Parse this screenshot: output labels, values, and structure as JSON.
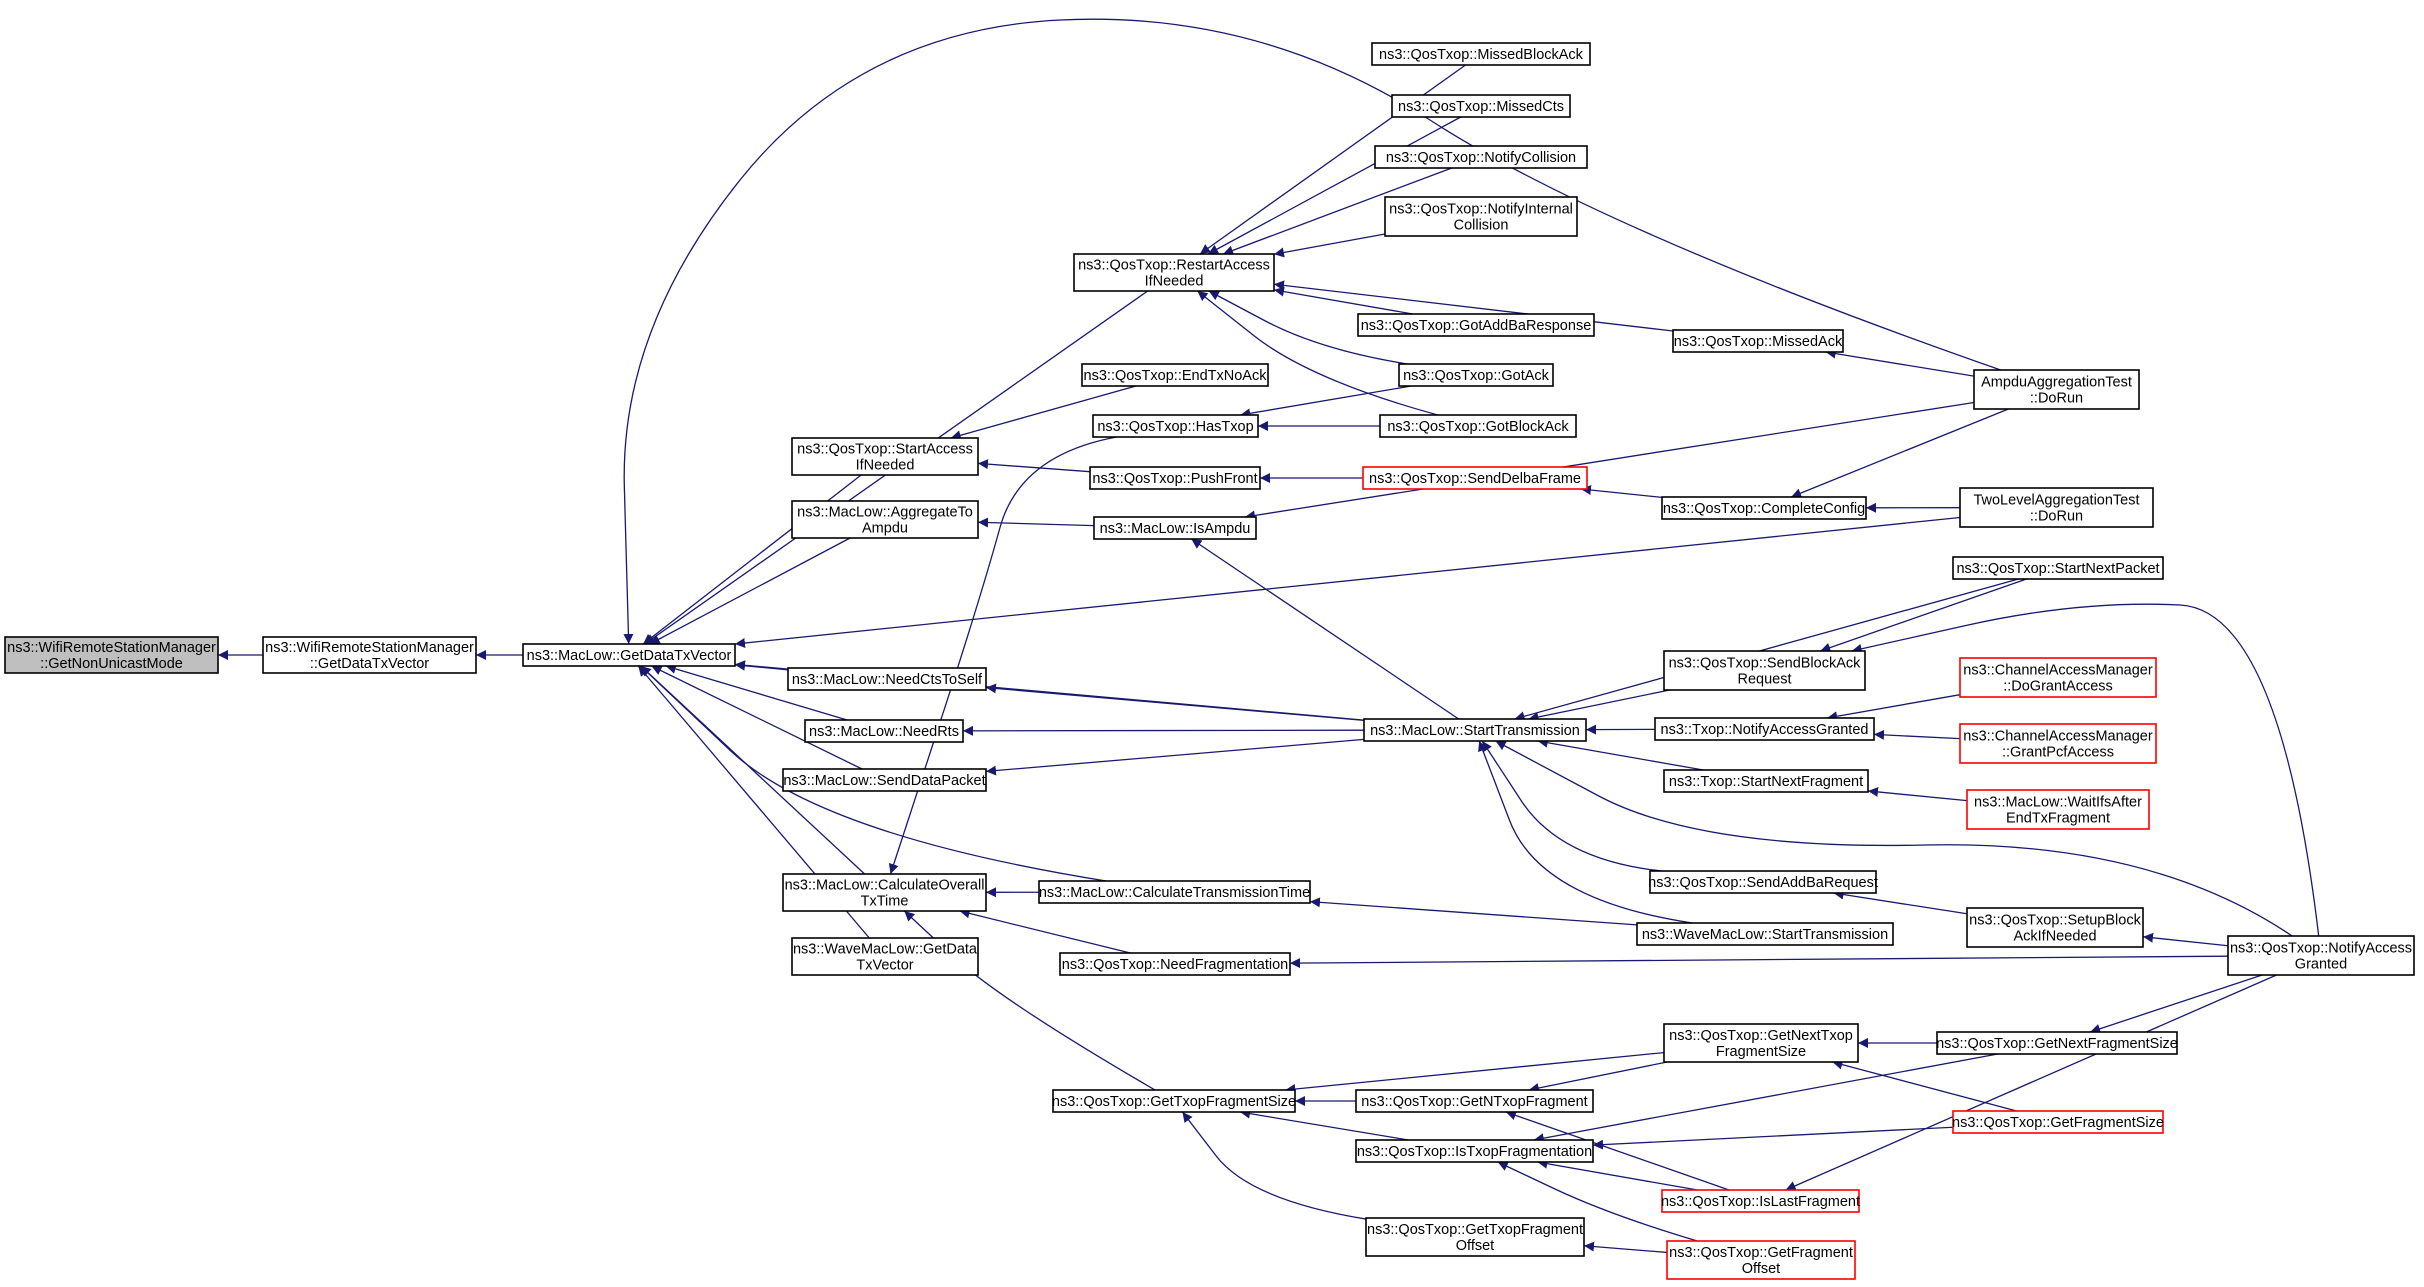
{
  "diagram": {
    "title": "",
    "colors": {
      "edge": "#191970",
      "box_border": "#000000",
      "box_border_truncated": "#ff0000",
      "box_fill": "#ffffff",
      "focus_fill": "#bfbfbf",
      "text": "#000000"
    },
    "nodes": [
      {
        "id": "getNonUnicastMode",
        "lines": [
          "ns3::WifiRemoteStationManager",
          "::GetNonUnicastMode"
        ],
        "focus": true
      },
      {
        "id": "wrsmGetDataTxVector",
        "lines": [
          "ns3::WifiRemoteStationManager",
          "::GetDataTxVector"
        ]
      },
      {
        "id": "macLowGetDataTxVector",
        "lines": [
          "ns3::MacLow::GetDataTxVector"
        ]
      },
      {
        "id": "startAccessIfNeeded",
        "lines": [
          "ns3::QosTxop::StartAccess",
          "IfNeeded"
        ]
      },
      {
        "id": "aggregateToAmpdu",
        "lines": [
          "ns3::MacLow::AggregateTo",
          "Ampdu"
        ]
      },
      {
        "id": "needCtsToSelf",
        "lines": [
          "ns3::MacLow::NeedCtsToSelf"
        ]
      },
      {
        "id": "needRts",
        "lines": [
          "ns3::MacLow::NeedRts"
        ]
      },
      {
        "id": "sendDataPacket",
        "lines": [
          "ns3::MacLow::SendDataPacket"
        ]
      },
      {
        "id": "calculateOverallTxTime",
        "lines": [
          "ns3::MacLow::CalculateOverall",
          "TxTime"
        ]
      },
      {
        "id": "waveGetDataTxVector",
        "lines": [
          "ns3::WaveMacLow::GetData",
          "TxVector"
        ]
      },
      {
        "id": "restartAccessIfNeeded",
        "lines": [
          "ns3::QosTxop::RestartAccess",
          "IfNeeded"
        ]
      },
      {
        "id": "endTxNoAck",
        "lines": [
          "ns3::QosTxop::EndTxNoAck"
        ]
      },
      {
        "id": "hasTxop",
        "lines": [
          "ns3::QosTxop::HasTxop"
        ]
      },
      {
        "id": "pushFront",
        "lines": [
          "ns3::QosTxop::PushFront"
        ]
      },
      {
        "id": "isAmpdu",
        "lines": [
          "ns3::MacLow::IsAmpdu"
        ]
      },
      {
        "id": "calculateTransmissionTime",
        "lines": [
          "ns3::MacLow::CalculateTransmissionTime"
        ]
      },
      {
        "id": "needFragmentation",
        "lines": [
          "ns3::QosTxop::NeedFragmentation"
        ]
      },
      {
        "id": "getTxopFragmentSize",
        "lines": [
          "ns3::QosTxop::GetTxopFragmentSize"
        ]
      },
      {
        "id": "missedBlockAck",
        "lines": [
          "ns3::QosTxop::MissedBlockAck"
        ]
      },
      {
        "id": "missedCts",
        "lines": [
          "ns3::QosTxop::MissedCts"
        ]
      },
      {
        "id": "notifyCollision",
        "lines": [
          "ns3::QosTxop::NotifyCollision"
        ]
      },
      {
        "id": "notifyInternalCollision",
        "lines": [
          "ns3::QosTxop::NotifyInternal",
          "Collision"
        ]
      },
      {
        "id": "gotAddBaResponse",
        "lines": [
          "ns3::QosTxop::GotAddBaResponse"
        ]
      },
      {
        "id": "gotAck",
        "lines": [
          "ns3::QosTxop::GotAck"
        ]
      },
      {
        "id": "gotBlockAck",
        "lines": [
          "ns3::QosTxop::GotBlockAck"
        ]
      },
      {
        "id": "sendDelbaFrame",
        "lines": [
          "ns3::QosTxop::SendDelbaFrame"
        ],
        "truncated": true
      },
      {
        "id": "macLowStartTransmission",
        "lines": [
          "ns3::MacLow::StartTransmission"
        ]
      },
      {
        "id": "getNTxopFragment",
        "lines": [
          "ns3::QosTxop::GetNTxopFragment"
        ]
      },
      {
        "id": "isTxopFragmentation",
        "lines": [
          "ns3::QosTxop::IsTxopFragmentation"
        ]
      },
      {
        "id": "getTxopFragmentOffset",
        "lines": [
          "ns3::QosTxop::GetTxopFragment",
          "Offset"
        ]
      },
      {
        "id": "missedAck",
        "lines": [
          "ns3::QosTxop::MissedAck"
        ]
      },
      {
        "id": "completeConfig",
        "lines": [
          "ns3::QosTxop::CompleteConfig"
        ]
      },
      {
        "id": "sendBlockAckRequest",
        "lines": [
          "ns3::QosTxop::SendBlockAck",
          "Request"
        ]
      },
      {
        "id": "txopNotifyAccessGranted",
        "lines": [
          "ns3::Txop::NotifyAccessGranted"
        ]
      },
      {
        "id": "txopStartNextFragment",
        "lines": [
          "ns3::Txop::StartNextFragment"
        ]
      },
      {
        "id": "sendAddBaRequest",
        "lines": [
          "ns3::QosTxop::SendAddBaRequest"
        ]
      },
      {
        "id": "waveStartTransmission",
        "lines": [
          "ns3::WaveMacLow::StartTransmission"
        ]
      },
      {
        "id": "getNextTxopFragmentSize",
        "lines": [
          "ns3::QosTxop::GetNextTxop",
          "FragmentSize"
        ]
      },
      {
        "id": "isLastFragment",
        "lines": [
          "ns3::QosTxop::IsLastFragment"
        ],
        "truncated": true
      },
      {
        "id": "getFragmentOffset",
        "lines": [
          "ns3::QosTxop::GetFragment",
          "Offset"
        ],
        "truncated": true
      },
      {
        "id": "ampduAggregationTest",
        "lines": [
          "AmpduAggregationTest",
          "::DoRun"
        ]
      },
      {
        "id": "twoLevelAggregationTest",
        "lines": [
          "TwoLevelAggregationTest",
          "::DoRun"
        ]
      },
      {
        "id": "startNextPacket",
        "lines": [
          "ns3::QosTxop::StartNextPacket"
        ]
      },
      {
        "id": "doGrantAccess",
        "lines": [
          "ns3::ChannelAccessManager",
          "::DoGrantAccess"
        ],
        "truncated": true
      },
      {
        "id": "grantPcfAccess",
        "lines": [
          "ns3::ChannelAccessManager",
          "::GrantPcfAccess"
        ],
        "truncated": true
      },
      {
        "id": "waitIfsAfterEndTxFragment",
        "lines": [
          "ns3::MacLow::WaitIfsAfter",
          "EndTxFragment"
        ],
        "truncated": true
      },
      {
        "id": "setupBlockAckIfNeeded",
        "lines": [
          "ns3::QosTxop::SetupBlock",
          "AckIfNeeded"
        ]
      },
      {
        "id": "getNextFragmentSize",
        "lines": [
          "ns3::QosTxop::GetNextFragmentSize"
        ]
      },
      {
        "id": "getFragmentSize",
        "lines": [
          "ns3::QosTxop::GetFragmentSize"
        ],
        "truncated": true
      },
      {
        "id": "notifyAccessGranted",
        "lines": [
          "ns3::QosTxop::NotifyAccess",
          "Granted"
        ]
      }
    ],
    "edges": [
      {
        "from": "wrsmGetDataTxVector",
        "to": "getNonUnicastMode"
      },
      {
        "from": "macLowGetDataTxVector",
        "to": "wrsmGetDataTxVector"
      },
      {
        "from": "ampduAggregationTest",
        "to": "macLowGetDataTxVector"
      },
      {
        "from": "restartAccessIfNeeded",
        "to": "macLowGetDataTxVector"
      },
      {
        "from": "startAccessIfNeeded",
        "to": "macLowGetDataTxVector"
      },
      {
        "from": "aggregateToAmpdu",
        "to": "macLowGetDataTxVector"
      },
      {
        "from": "twoLevelAggregationTest",
        "to": "macLowGetDataTxVector"
      },
      {
        "from": "macLowStartTransmission",
        "to": "macLowGetDataTxVector"
      },
      {
        "from": "needCtsToSelf",
        "to": "macLowGetDataTxVector"
      },
      {
        "from": "needRts",
        "to": "macLowGetDataTxVector"
      },
      {
        "from": "sendDataPacket",
        "to": "macLowGetDataTxVector"
      },
      {
        "from": "calculateTransmissionTime",
        "to": "macLowGetDataTxVector"
      },
      {
        "from": "calculateOverallTxTime",
        "to": "macLowGetDataTxVector"
      },
      {
        "from": "waveGetDataTxVector",
        "to": "macLowGetDataTxVector"
      },
      {
        "from": "missedBlockAck",
        "to": "restartAccessIfNeeded"
      },
      {
        "from": "missedCts",
        "to": "restartAccessIfNeeded"
      },
      {
        "from": "notifyCollision",
        "to": "restartAccessIfNeeded"
      },
      {
        "from": "notifyInternalCollision",
        "to": "restartAccessIfNeeded"
      },
      {
        "from": "missedAck",
        "to": "restartAccessIfNeeded"
      },
      {
        "from": "gotAddBaResponse",
        "to": "restartAccessIfNeeded"
      },
      {
        "from": "gotAck",
        "to": "restartAccessIfNeeded"
      },
      {
        "from": "gotBlockAck",
        "to": "restartAccessIfNeeded"
      },
      {
        "from": "ampduAggregationTest",
        "to": "missedAck"
      },
      {
        "from": "endTxNoAck",
        "to": "startAccessIfNeeded"
      },
      {
        "from": "pushFront",
        "to": "startAccessIfNeeded"
      },
      {
        "from": "gotAck",
        "to": "hasTxop"
      },
      {
        "from": "gotBlockAck",
        "to": "hasTxop"
      },
      {
        "from": "sendDelbaFrame",
        "to": "pushFront"
      },
      {
        "from": "completeConfig",
        "to": "sendDelbaFrame"
      },
      {
        "from": "ampduAggregationTest",
        "to": "completeConfig"
      },
      {
        "from": "twoLevelAggregationTest",
        "to": "completeConfig"
      },
      {
        "from": "ampduAggregationTest",
        "to": "isAmpdu"
      },
      {
        "from": "isAmpdu",
        "to": "aggregateToAmpdu"
      },
      {
        "from": "macLowStartTransmission",
        "to": "isAmpdu"
      },
      {
        "from": "macLowStartTransmission",
        "to": "needCtsToSelf"
      },
      {
        "from": "macLowStartTransmission",
        "to": "needRts"
      },
      {
        "from": "macLowStartTransmission",
        "to": "sendDataPacket"
      },
      {
        "from": "hasTxop",
        "to": "calculateOverallTxTime"
      },
      {
        "from": "calculateTransmissionTime",
        "to": "calculateOverallTxTime"
      },
      {
        "from": "needFragmentation",
        "to": "calculateOverallTxTime"
      },
      {
        "from": "getTxopFragmentSize",
        "to": "calculateOverallTxTime"
      },
      {
        "from": "waveStartTransmission",
        "to": "calculateTransmissionTime"
      },
      {
        "from": "notifyAccessGranted",
        "to": "needFragmentation"
      },
      {
        "from": "getNextTxopFragmentSize",
        "to": "getTxopFragmentSize"
      },
      {
        "from": "getNTxopFragment",
        "to": "getTxopFragmentSize"
      },
      {
        "from": "isTxopFragmentation",
        "to": "getTxopFragmentSize"
      },
      {
        "from": "getTxopFragmentOffset",
        "to": "getTxopFragmentSize"
      },
      {
        "from": "startNextPacket",
        "to": "macLowStartTransmission"
      },
      {
        "from": "sendBlockAckRequest",
        "to": "macLowStartTransmission"
      },
      {
        "from": "txopNotifyAccessGranted",
        "to": "macLowStartTransmission"
      },
      {
        "from": "txopStartNextFragment",
        "to": "macLowStartTransmission"
      },
      {
        "from": "sendAddBaRequest",
        "to": "macLowStartTransmission"
      },
      {
        "from": "waveStartTransmission",
        "to": "macLowStartTransmission"
      },
      {
        "from": "notifyAccessGranted",
        "to": "macLowStartTransmission"
      },
      {
        "from": "startNextPacket",
        "to": "sendBlockAckRequest"
      },
      {
        "from": "notifyAccessGranted",
        "to": "sendBlockAckRequest"
      },
      {
        "from": "doGrantAccess",
        "to": "txopNotifyAccessGranted"
      },
      {
        "from": "grantPcfAccess",
        "to": "txopNotifyAccessGranted"
      },
      {
        "from": "waitIfsAfterEndTxFragment",
        "to": "txopStartNextFragment"
      },
      {
        "from": "setupBlockAckIfNeeded",
        "to": "sendAddBaRequest"
      },
      {
        "from": "notifyAccessGranted",
        "to": "setupBlockAckIfNeeded"
      },
      {
        "from": "getNextFragmentSize",
        "to": "getNextTxopFragmentSize"
      },
      {
        "from": "getFragmentSize",
        "to": "getNextTxopFragmentSize"
      },
      {
        "from": "notifyAccessGranted",
        "to": "getNextFragmentSize"
      },
      {
        "from": "getNextTxopFragmentSize",
        "to": "getNTxopFragment"
      },
      {
        "from": "isLastFragment",
        "to": "getNTxopFragment"
      },
      {
        "from": "getNextFragmentSize",
        "to": "isTxopFragmentation"
      },
      {
        "from": "getFragmentSize",
        "to": "isTxopFragmentation"
      },
      {
        "from": "isLastFragment",
        "to": "isTxopFragmentation"
      },
      {
        "from": "getFragmentOffset",
        "to": "isTxopFragmentation"
      },
      {
        "from": "getFragmentOffset",
        "to": "getTxopFragmentOffset"
      },
      {
        "from": "notifyAccessGranted",
        "to": "isLastFragment"
      }
    ]
  }
}
